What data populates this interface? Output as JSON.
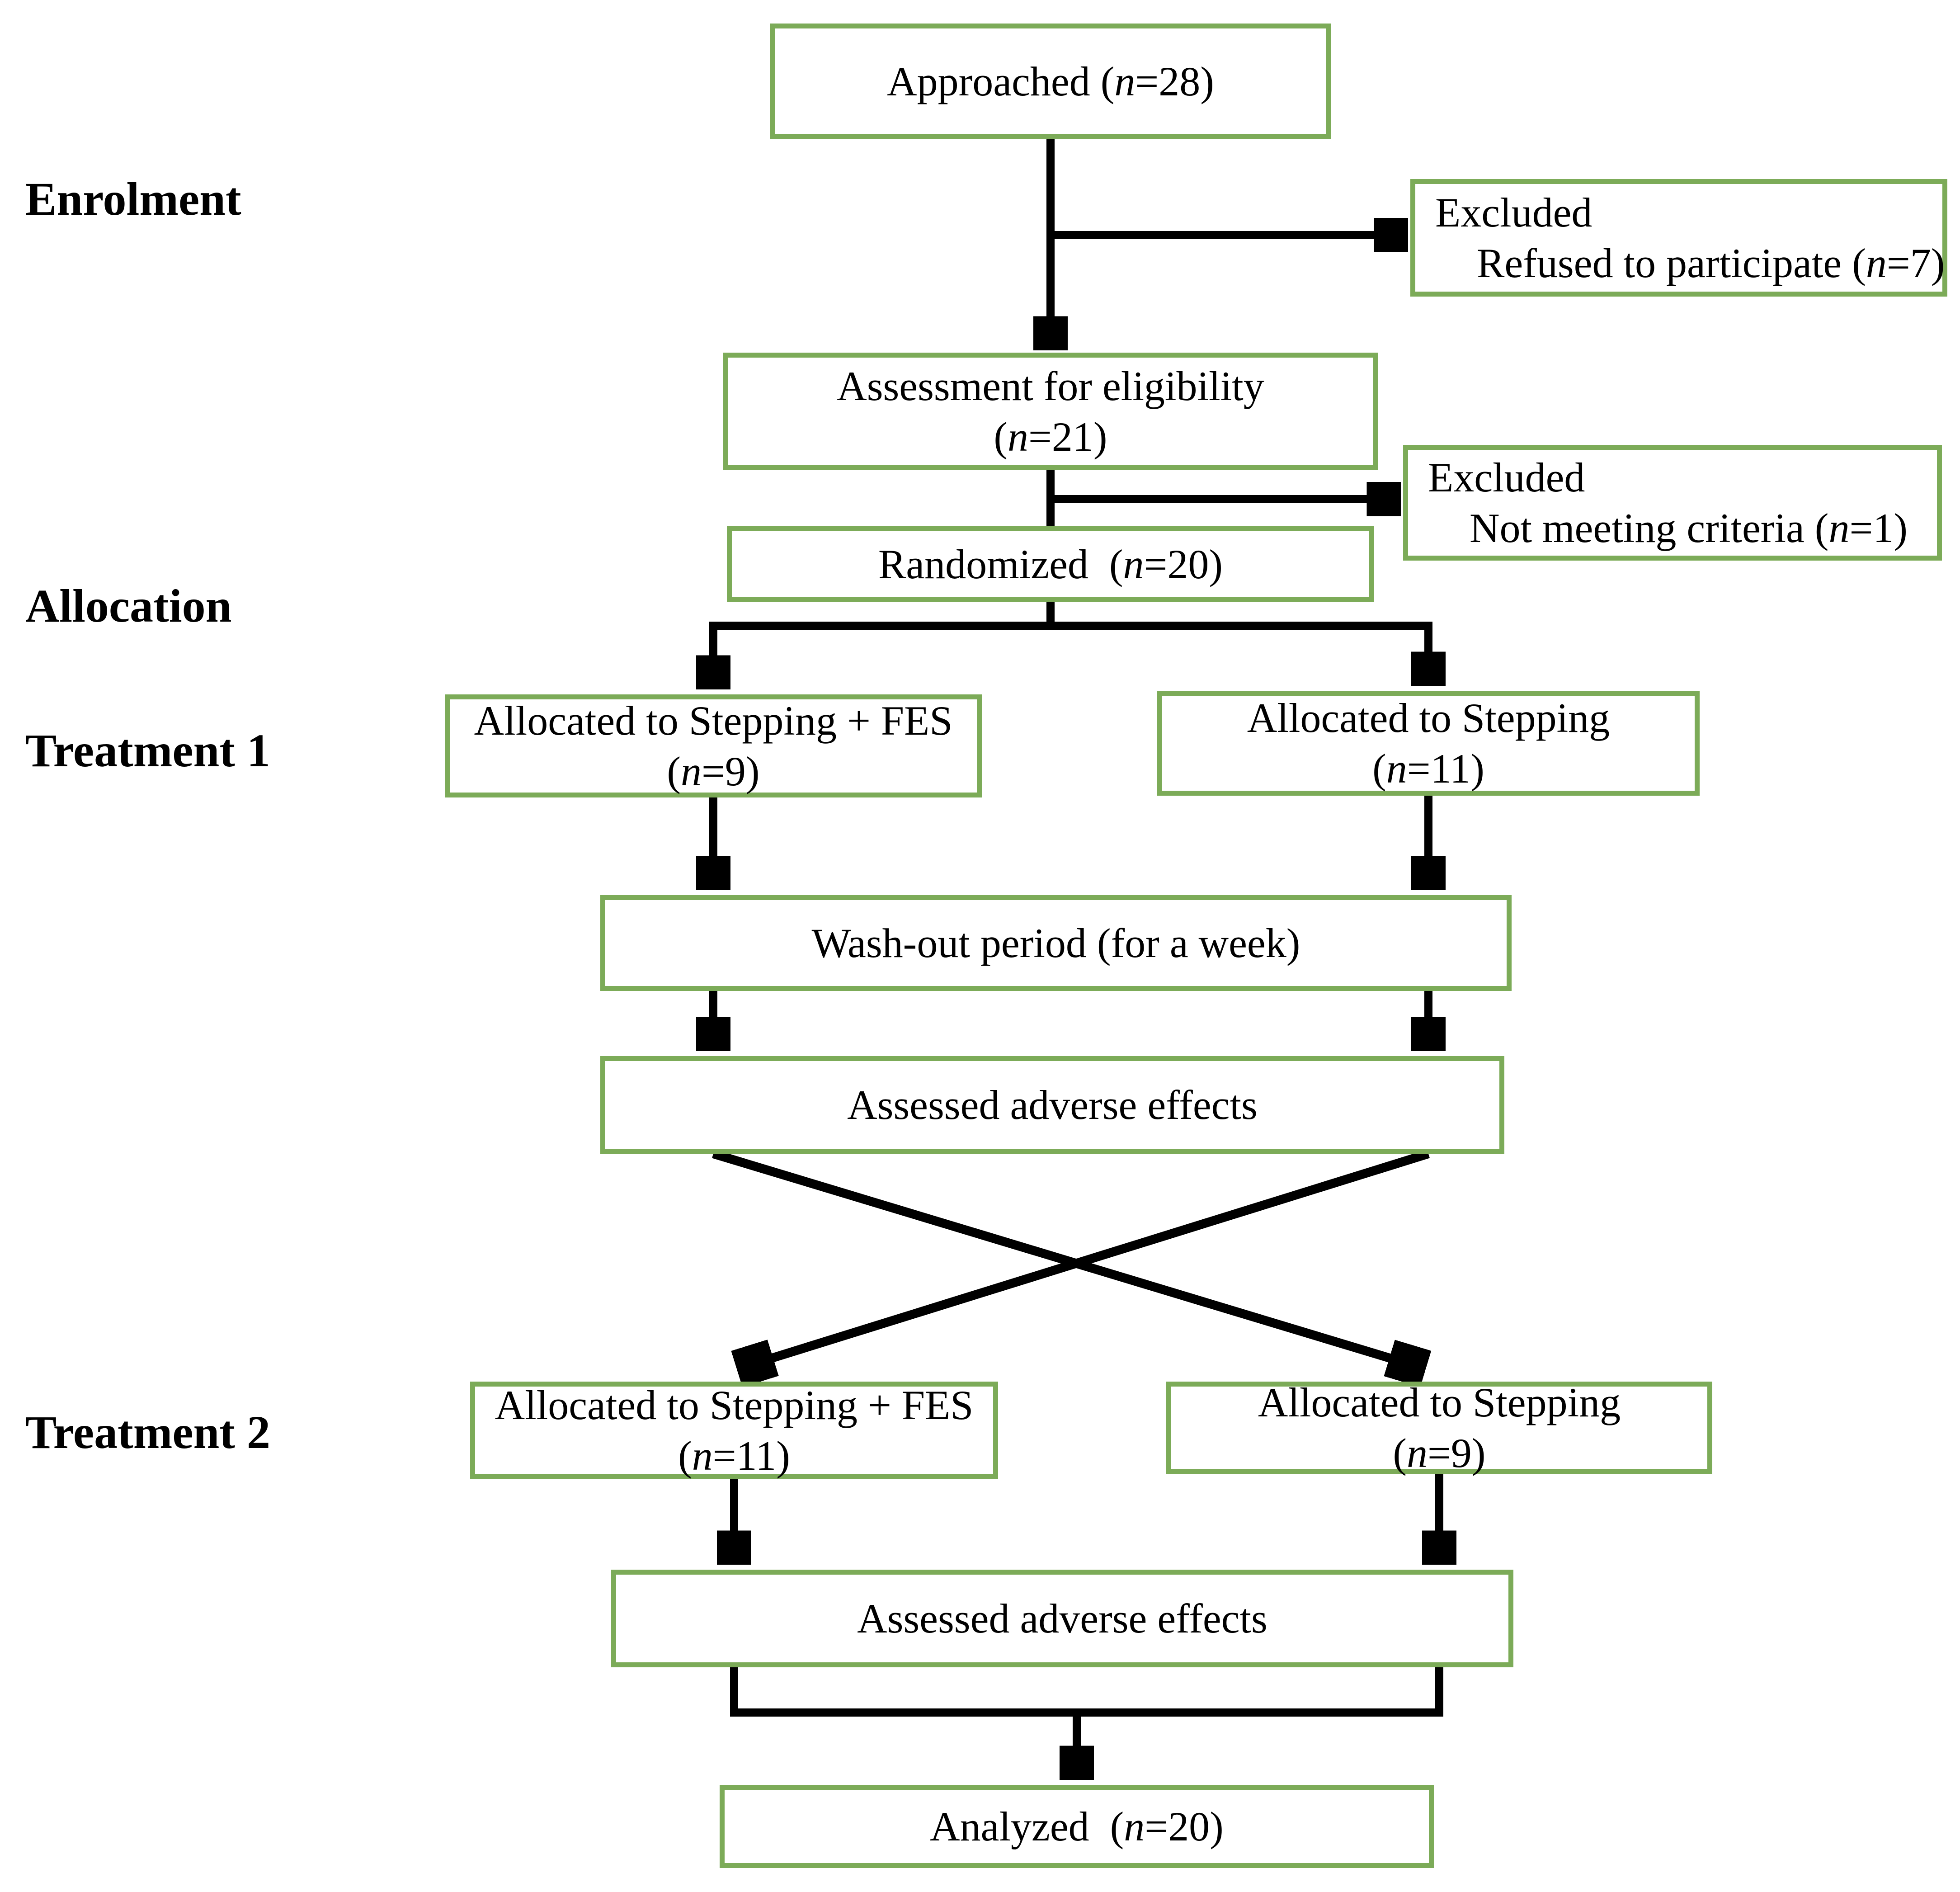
{
  "colors": {
    "box_border": "#7cab58",
    "connector": "#000000",
    "text": "#000000",
    "background": "#ffffff"
  },
  "stages": {
    "enrolment": "Enrolment",
    "allocation": "Allocation",
    "treatment1": "Treatment 1",
    "treatment2": "Treatment 2"
  },
  "boxes": {
    "approached": {
      "lines": [
        [
          {
            "t": "Approached ("
          },
          {
            "t": "n",
            "i": true
          },
          {
            "t": "=28)"
          }
        ]
      ]
    },
    "excluded_enrolment": {
      "lines": [
        [
          {
            "t": "Excluded"
          }
        ],
        [
          {
            "t": "    Refused to participate ("
          },
          {
            "t": "n",
            "i": true
          },
          {
            "t": "=7)"
          }
        ]
      ]
    },
    "eligibility": {
      "lines": [
        [
          {
            "t": "Assessment for eligibility"
          }
        ],
        [
          {
            "t": "("
          },
          {
            "t": "n",
            "i": true
          },
          {
            "t": "=21)"
          }
        ]
      ]
    },
    "excluded_allocation": {
      "lines": [
        [
          {
            "t": "Excluded"
          }
        ],
        [
          {
            "t": "    Not meeting criteria ("
          },
          {
            "t": "n",
            "i": true
          },
          {
            "t": "=1)"
          }
        ]
      ]
    },
    "randomized": {
      "lines": [
        [
          {
            "t": "Randomized  ("
          },
          {
            "t": "n",
            "i": true
          },
          {
            "t": "=20)"
          }
        ]
      ]
    },
    "allocated_stepping_fes_t1": {
      "lines": [
        [
          {
            "t": "Allocated to Stepping + FES"
          }
        ],
        [
          {
            "t": "("
          },
          {
            "t": "n",
            "i": true
          },
          {
            "t": "=9)"
          }
        ]
      ]
    },
    "allocated_stepping_t1": {
      "lines": [
        [
          {
            "t": "Allocated to Stepping"
          }
        ],
        [
          {
            "t": "("
          },
          {
            "t": "n",
            "i": true
          },
          {
            "t": "=11)"
          }
        ]
      ]
    },
    "washout": {
      "lines": [
        [
          {
            "t": "Wash-out period (for a week)"
          }
        ]
      ]
    },
    "assessed_adverse_effects_1": {
      "lines": [
        [
          {
            "t": "Assessed adverse effects"
          }
        ]
      ]
    },
    "allocated_stepping_fes_t2": {
      "lines": [
        [
          {
            "t": "Allocated to Stepping + FES"
          }
        ],
        [
          {
            "t": "("
          },
          {
            "t": "n",
            "i": true
          },
          {
            "t": "=11)"
          }
        ]
      ]
    },
    "allocated_stepping_t2": {
      "lines": [
        [
          {
            "t": "Allocated to Stepping"
          }
        ],
        [
          {
            "t": "("
          },
          {
            "t": "n",
            "i": true
          },
          {
            "t": "=9)"
          }
        ]
      ]
    },
    "assessed_adverse_effects_2": {
      "lines": [
        [
          {
            "t": "Assessed adverse effects"
          }
        ]
      ]
    },
    "analyzed": {
      "lines": [
        [
          {
            "t": "Analyzed  ("
          },
          {
            "t": "n",
            "i": true
          },
          {
            "t": "=20)"
          }
        ]
      ]
    }
  }
}
